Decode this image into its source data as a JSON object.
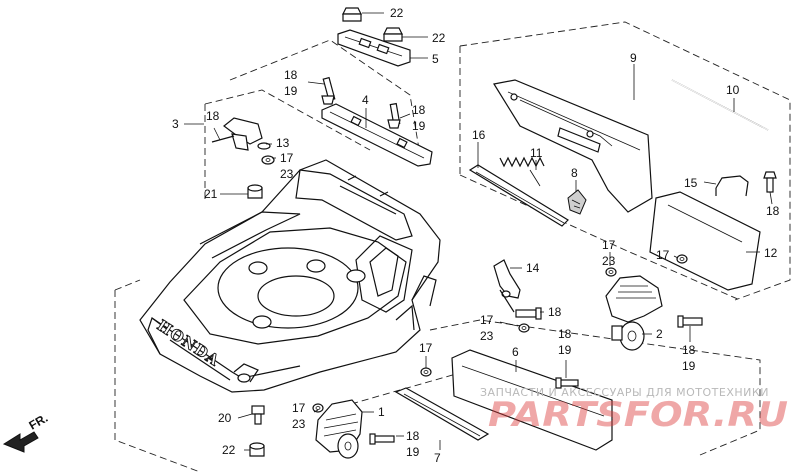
{
  "labels": {
    "p22a": "22",
    "p22b": "22",
    "p5": "5",
    "p9": "9",
    "p10": "10",
    "p18a": "18",
    "p19a": "19",
    "p4": "4",
    "p18b": "18",
    "p19b": "19",
    "p3": "3",
    "p18c": "18",
    "p13": "13",
    "p17a": "17",
    "p23a": "23",
    "p16": "16",
    "p11": "11",
    "p8": "8",
    "p15": "15",
    "p18d": "18",
    "p21": "21",
    "p12": "12",
    "p17b": "17",
    "p23b": "23",
    "p17c": "17",
    "p14": "14",
    "p18e": "18",
    "p17d": "17",
    "p23c": "23",
    "p2": "2",
    "p18f": "18",
    "p19c": "19",
    "p18g": "18",
    "p19d": "19",
    "p17e": "17",
    "p6": "6",
    "p20": "20",
    "p17f": "17",
    "p23d": "23",
    "p1": "1",
    "p18h": "18",
    "p19e": "19",
    "p22c": "22",
    "p7": "7"
  },
  "housing_logo": "HONDA",
  "front_marker": "FR.",
  "watermark": {
    "tagline": "ЗАПЧАСТИ И АКСЕССУАРЫ ДЛЯ МОТОТЕХНИКИ",
    "brand": "PARTSFOR.RU"
  },
  "colors": {
    "line": "#111111",
    "watermark": "#dc3c3c"
  }
}
